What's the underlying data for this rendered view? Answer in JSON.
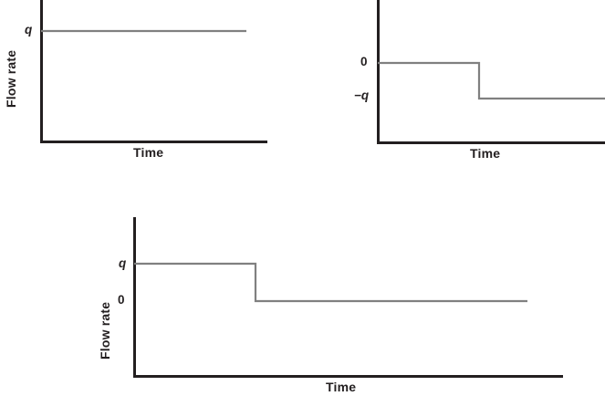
{
  "figure": {
    "background": "#ffffff",
    "axis_color": "#231f20",
    "trace_color": "#808080",
    "panels": [
      {
        "id": "panel-a",
        "name": "constant-positive-flow",
        "y_axis_label": "Flow rate",
        "x_axis_label": "Time",
        "y_tick_labels": [
          "q"
        ],
        "description": "Constant flow rate at q for all time"
      },
      {
        "id": "panel-b",
        "name": "step-down-to-negative-q",
        "y_axis_label": "",
        "x_axis_label": "Time",
        "y_tick_labels": [
          "0",
          "−q"
        ],
        "description": "Flow rate zero then steps down to minus q"
      },
      {
        "id": "panel-c",
        "name": "step-down-from-q-to-zero",
        "y_axis_label": "Flow rate",
        "x_axis_label": "Time",
        "y_tick_labels": [
          "q",
          "0"
        ],
        "description": "Flow rate q then steps down to zero"
      }
    ]
  },
  "chart_data": [
    {
      "type": "line",
      "title": "",
      "panel": "a",
      "xlabel": "Time",
      "ylabel": "Flow rate",
      "xlim": [
        0,
        1
      ],
      "ylim": [
        0,
        1
      ],
      "grid": false,
      "legend": null,
      "ytick_labels": [
        "q"
      ],
      "ytick_values": [
        1
      ],
      "xtick_labels": [],
      "series": [
        {
          "name": "flow rate",
          "x": [
            0,
            0.91
          ],
          "y": [
            "q",
            "q"
          ]
        }
      ],
      "annotations": []
    },
    {
      "type": "line",
      "title": "",
      "panel": "b",
      "xlabel": "Time",
      "ylabel": "",
      "xlim": [
        0,
        1
      ],
      "ylim": [
        -1,
        1
      ],
      "grid": false,
      "legend": null,
      "ytick_labels": [
        "0",
        "−q"
      ],
      "ytick_values": [
        0,
        -1
      ],
      "xtick_labels": [],
      "series": [
        {
          "name": "flow rate",
          "x": [
            0,
            0.45,
            0.45,
            1.0
          ],
          "y": [
            "0",
            "0",
            "-q",
            "-q"
          ]
        }
      ],
      "annotations": []
    },
    {
      "type": "line",
      "title": "",
      "panel": "c",
      "xlabel": "Time",
      "ylabel": "Flow rate",
      "xlim": [
        0,
        1
      ],
      "ylim": [
        0,
        1
      ],
      "grid": false,
      "legend": null,
      "ytick_labels": [
        "q",
        "0"
      ],
      "ytick_values": [
        1,
        0
      ],
      "xtick_labels": [],
      "series": [
        {
          "name": "flow rate",
          "x": [
            0,
            0.285,
            0.285,
            0.918
          ],
          "y": [
            "q",
            "q",
            "0",
            "0"
          ]
        }
      ],
      "annotations": []
    }
  ],
  "labels": {
    "flow_rate": "Flow rate",
    "time": "Time",
    "q": "q",
    "zero": "0",
    "minus_q": "−q"
  }
}
